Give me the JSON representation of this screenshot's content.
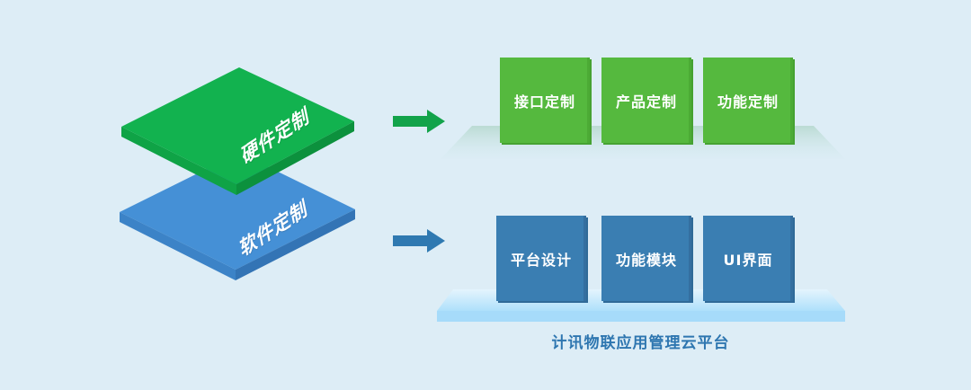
{
  "layers": {
    "hardware": {
      "label": "硬件定制",
      "color": "#12b24f",
      "edge_color": "#0c963f"
    },
    "software": {
      "label": "软件定制",
      "color": "#4590d6",
      "edge_color": "#3478bb"
    }
  },
  "hardware_row": {
    "arrow_color": "#12a34a",
    "boxes": [
      {
        "label": "接口定制"
      },
      {
        "label": "产品定制"
      },
      {
        "label": "功能定制"
      }
    ]
  },
  "software_row": {
    "arrow_color": "#2f79b1",
    "boxes": [
      {
        "label": "平台设计"
      },
      {
        "label": "功能模块"
      },
      {
        "label": "UI界面"
      }
    ],
    "platform_caption": "计讯物联应用管理云平台"
  },
  "background_color": "#ddedf6"
}
